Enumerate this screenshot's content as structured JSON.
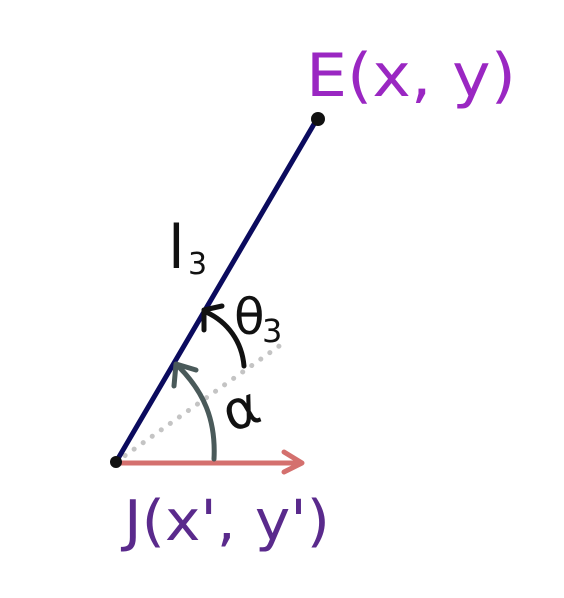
{
  "labels": {
    "end_point": "E(x, y)",
    "joint_point": "J(x', y')",
    "link_length": "l",
    "link_length_sub": "3",
    "theta": "θ",
    "theta_sub": "3",
    "alpha": "α"
  },
  "colors": {
    "link": "#0b0b5e",
    "end_label": "#9a27c2",
    "joint_label": "#5a2a8c",
    "x_axis_arrow": "#d4706e",
    "reference_dots": "#c4c4c4",
    "alpha_arc": "#4a5a5a",
    "theta_arc": "#111111",
    "text_dark": "#111111"
  }
}
